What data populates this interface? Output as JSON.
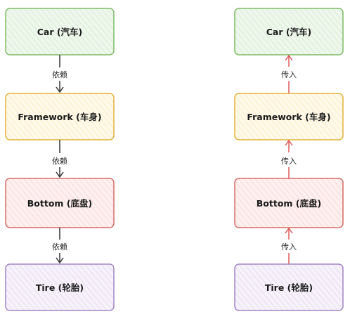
{
  "left": {
    "boxes": [
      {
        "label": "Car (汽车)",
        "fill": "#e6f3e3",
        "stroke": "#7dbb66"
      },
      {
        "label": "Framework (车身)",
        "fill": "#fef6e2",
        "stroke": "#e2b23c"
      },
      {
        "label": "Bottom (底盘)",
        "fill": "#fce9e8",
        "stroke": "#d86a66"
      },
      {
        "label": "Tire (轮胎)",
        "fill": "#f1eaf6",
        "stroke": "#a486c4"
      }
    ],
    "edges": [
      {
        "label": "依赖",
        "color": "#333333"
      },
      {
        "label": "依赖",
        "color": "#333333"
      },
      {
        "label": "依赖",
        "color": "#333333"
      }
    ]
  },
  "right": {
    "boxes": [
      {
        "label": "Car (汽车)",
        "fill": "#e6f3e3",
        "stroke": "#7dbb66"
      },
      {
        "label": "Framework (车身)",
        "fill": "#fef6e2",
        "stroke": "#e2b23c"
      },
      {
        "label": "Bottom (底盘)",
        "fill": "#fce9e8",
        "stroke": "#d86a66"
      },
      {
        "label": "Tire (轮胎)",
        "fill": "#f1eaf6",
        "stroke": "#a486c4"
      }
    ],
    "edges": [
      {
        "label": "传入",
        "color": "#e05a5a"
      },
      {
        "label": "传入",
        "color": "#e05a5a"
      },
      {
        "label": "传入",
        "color": "#e05a5a"
      }
    ]
  }
}
